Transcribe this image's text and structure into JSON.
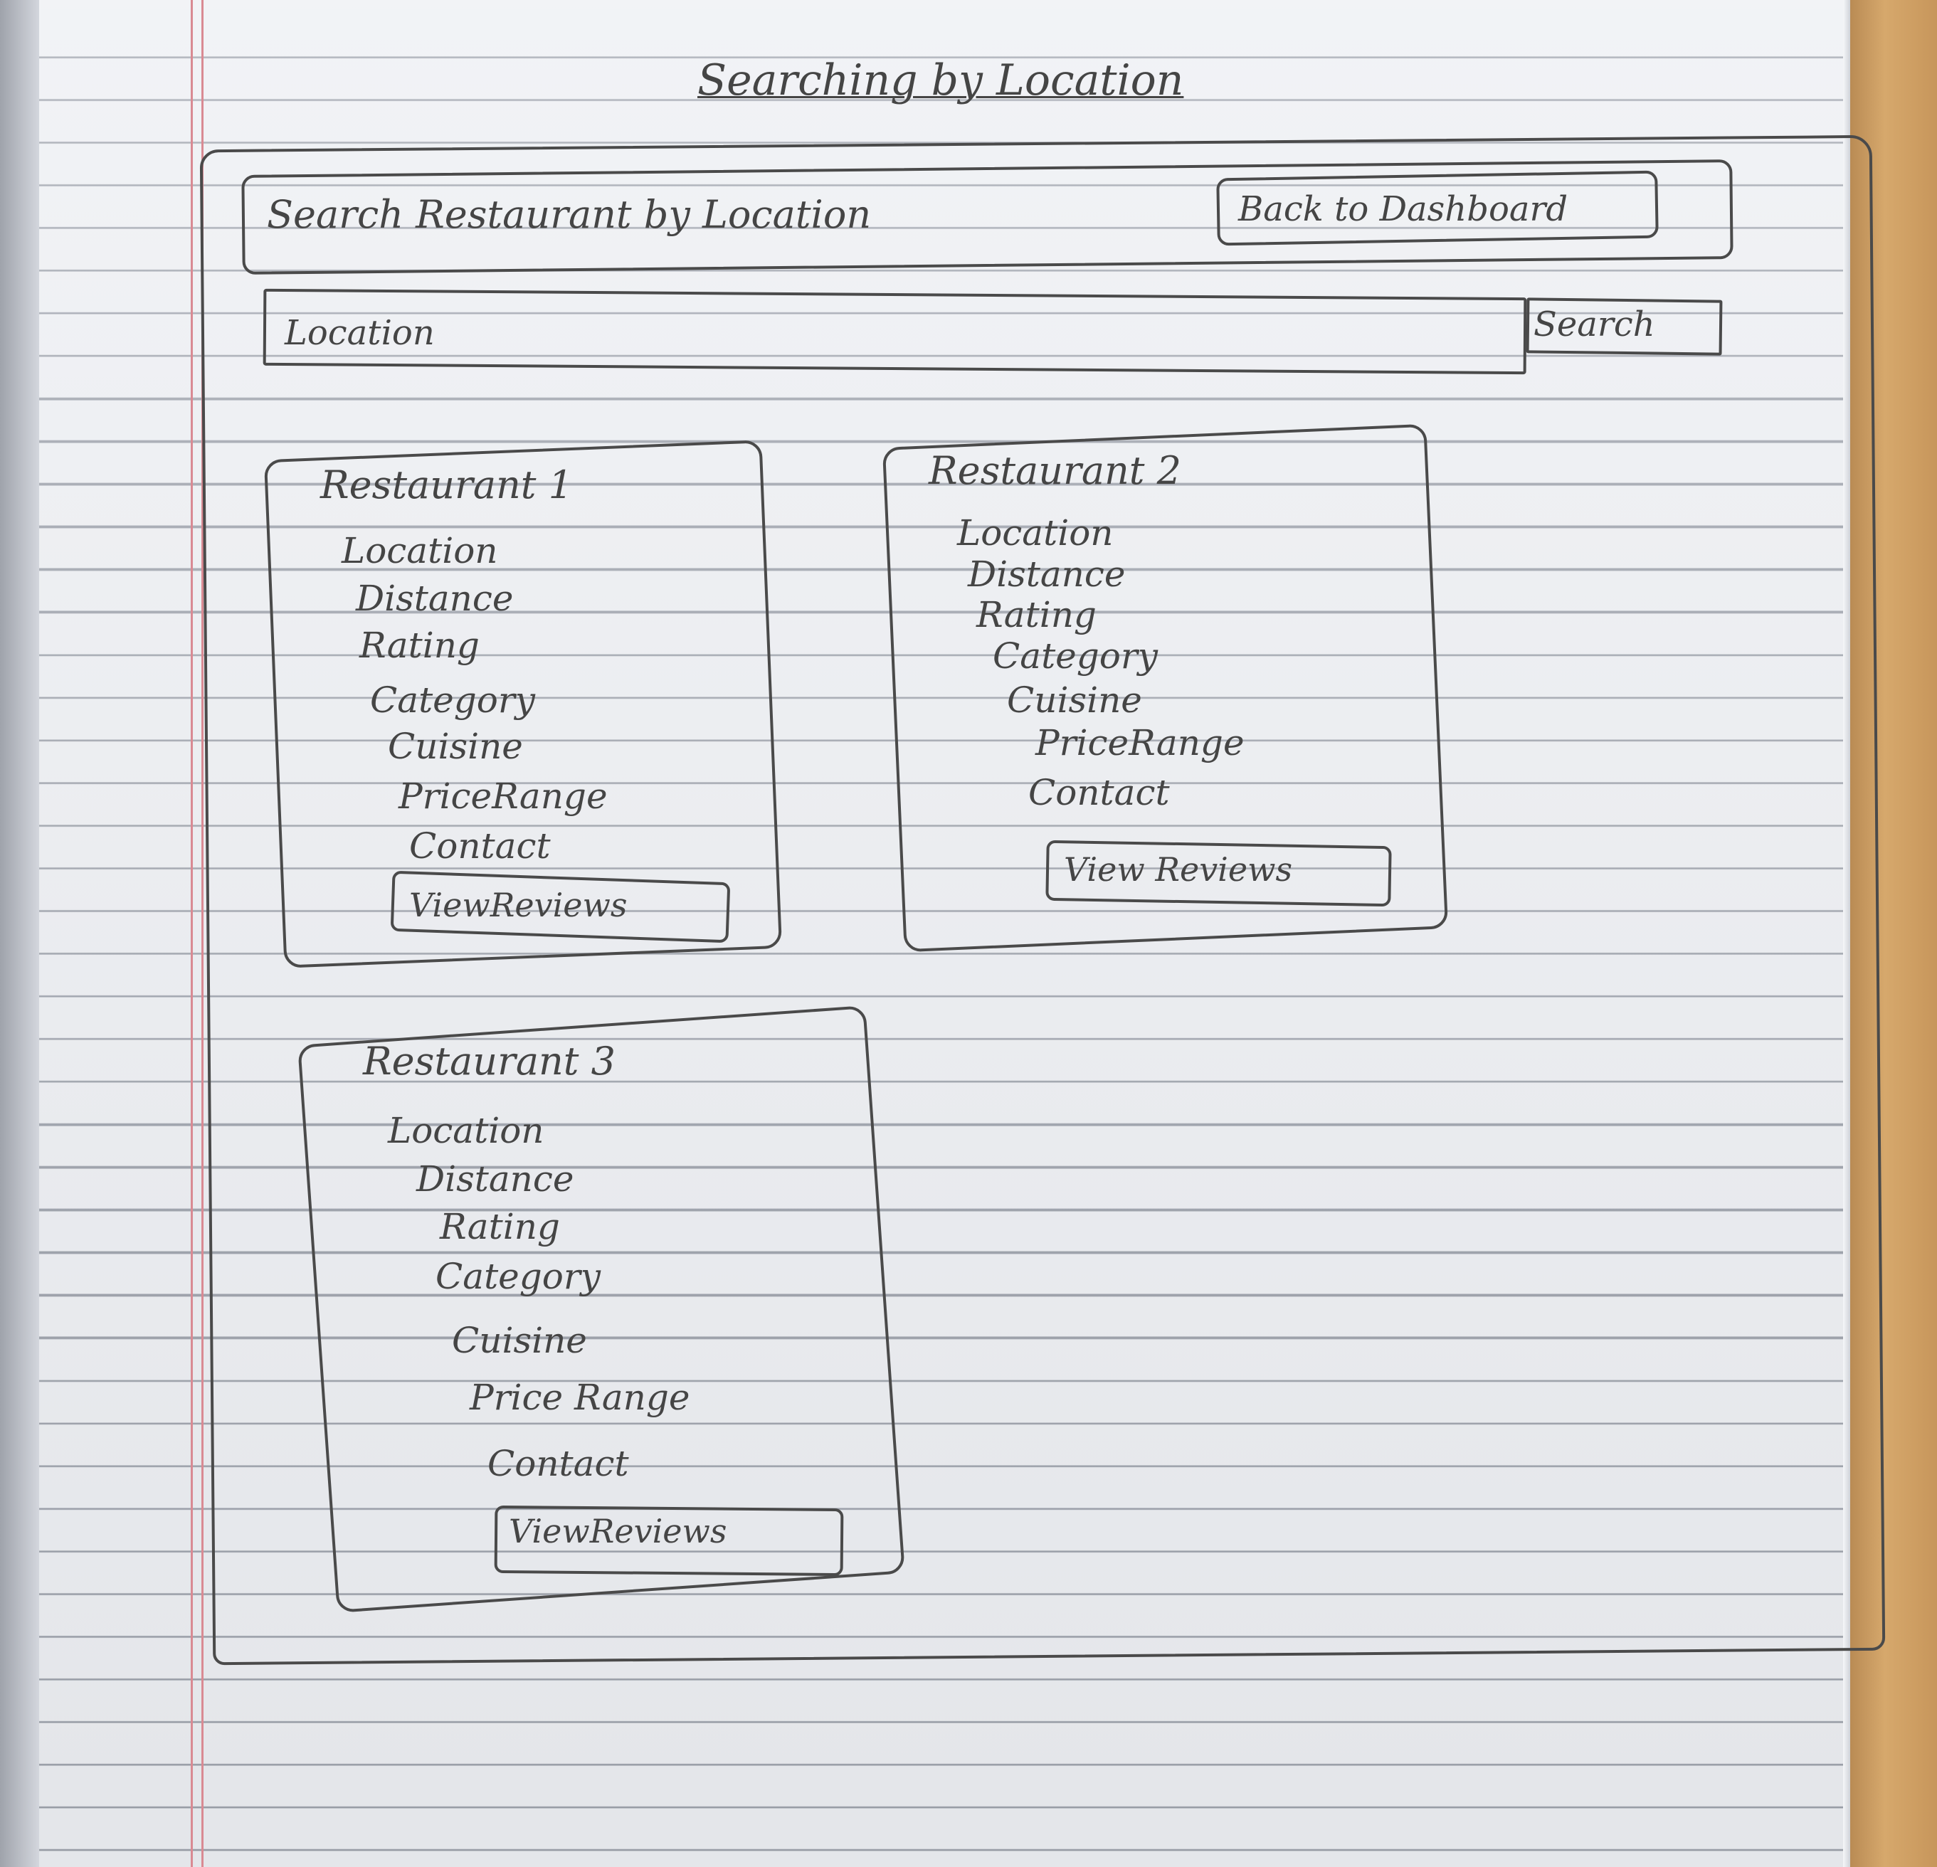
{
  "title": "Searching by Location",
  "header": {
    "title": "Search Restaurant by Location",
    "back_button": "Back to Dashboard"
  },
  "search": {
    "placeholder": "Location",
    "button": "Search"
  },
  "restaurants": [
    {
      "name": "Restaurant 1",
      "fields": [
        "Location",
        "Distance",
        "Rating",
        "Category",
        "Cuisine",
        "PriceRange",
        "Contact"
      ],
      "reviews_button": "ViewReviews"
    },
    {
      "name": "Restaurant 2",
      "fields": [
        "Location",
        "Distance",
        "Rating",
        "Category",
        "Cuisine",
        "PriceRange",
        "Contact"
      ],
      "reviews_button": "View Reviews"
    },
    {
      "name": "Restaurant 3",
      "fields": [
        "Location",
        "Distance",
        "Rating",
        "Category",
        "Cuisine",
        "Price Range",
        "Contact"
      ],
      "reviews_button": "ViewReviews"
    }
  ]
}
